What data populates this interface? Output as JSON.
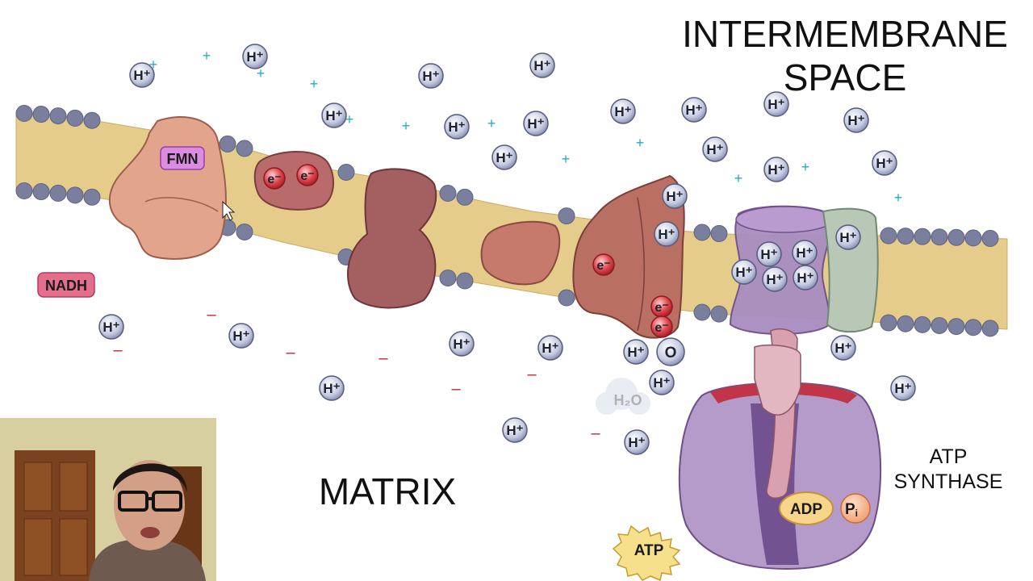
{
  "labels": {
    "intermembrane_line1": "INTERMEMBRANE",
    "intermembrane_line2": "SPACE",
    "matrix": "MATRIX",
    "atp_synthase_line1": "ATP",
    "atp_synthase_line2": "SYNTHASE"
  },
  "tags": {
    "fmn": "FMN",
    "nadh": "NADH",
    "adp": "ADP",
    "pi": "P",
    "pi_sub": "i",
    "atp": "ATP",
    "oxygen": "O",
    "water": "H₂O"
  },
  "ion_labels": {
    "proton": "H⁺",
    "electron": "e⁻",
    "plus": "+",
    "minus": "–"
  },
  "colors": {
    "membrane_fill": "#e6cc8a",
    "membrane_head": "#7b7f9e",
    "protein_light": "#e7a88f",
    "protein_mid": "#c9806c",
    "protein_dark": "#9a5a59",
    "synthase_purple": "#a98dbb",
    "synthase_dark": "#6d4f86",
    "plus_color": "#2aa8c8",
    "minus_color": "#c0263a",
    "tag_pink": "#e46f8c",
    "tag_yellow": "#f7d58a",
    "electron_red": "#d9343c",
    "proton_blue": "#9aa3c7"
  }
}
